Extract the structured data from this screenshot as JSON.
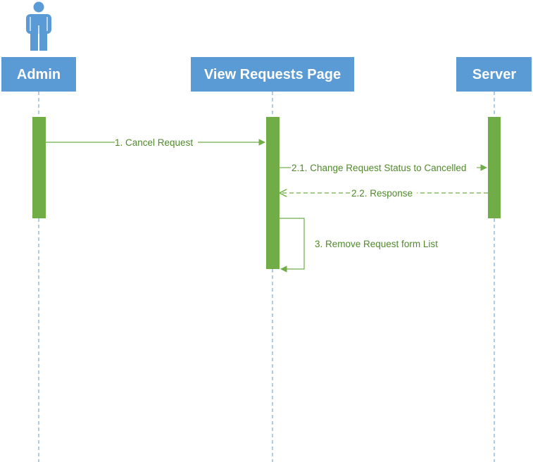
{
  "participants": [
    {
      "id": "admin",
      "label": "Admin",
      "has_actor_icon": true
    },
    {
      "id": "view",
      "label": "View Requests Page"
    },
    {
      "id": "server",
      "label": "Server"
    }
  ],
  "messages": [
    {
      "id": "m1",
      "label": "1. Cancel Request",
      "from": "admin",
      "to": "view",
      "style": "solid"
    },
    {
      "id": "m21",
      "label": "2.1. Change Request Status to Cancelled",
      "from": "view",
      "to": "server",
      "style": "solid"
    },
    {
      "id": "m22",
      "label": "2.2. Response",
      "from": "server",
      "to": "view",
      "style": "dashed"
    },
    {
      "id": "m3",
      "label": "3. Remove Request form List",
      "from": "view",
      "to": "view",
      "style": "self"
    }
  ],
  "colors": {
    "participant_box": "#5b9bd5",
    "lifeline": "#5b9bd5",
    "activation": "#70ad47",
    "message": "#70ad47",
    "message_text": "#4f8a2a",
    "actor_icon": "#5b9bd5"
  },
  "icons": {
    "actor": "person-icon"
  }
}
